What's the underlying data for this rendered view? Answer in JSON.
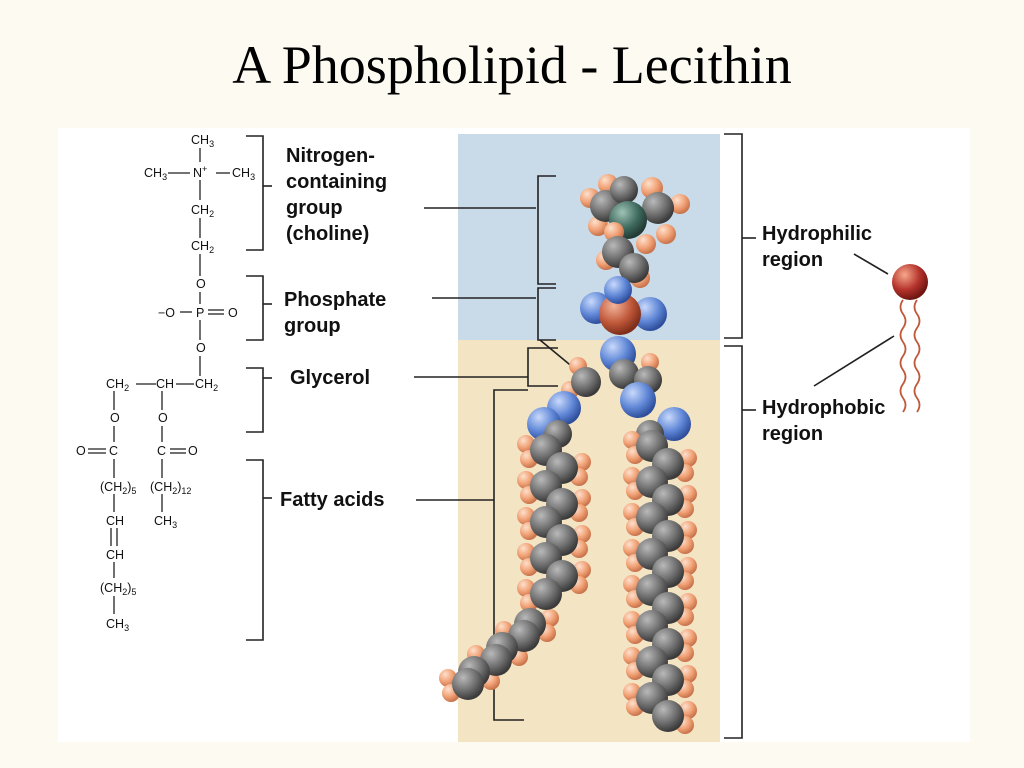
{
  "title": "A Phospholipid - Lecithin",
  "labels": {
    "nitrogen_group": [
      "Nitrogen-",
      "containing",
      "group",
      "(choline)"
    ],
    "phosphate_group": [
      "Phosphate",
      "group"
    ],
    "glycerol": "Glycerol",
    "fatty_acids": "Fatty acids",
    "hydrophilic": [
      "Hydrophilic",
      "region"
    ],
    "hydrophobic": [
      "Hydrophobic",
      "region"
    ]
  },
  "formula": {
    "ch3_top": "CH3",
    "ch3_left": "CH3",
    "n_plus": "N+",
    "ch3_right": "CH3",
    "ch2_a": "CH2",
    "ch2_b": "CH2",
    "o_1": "O",
    "o_minus": "−O",
    "p": "P",
    "o_double": "O",
    "o_2": "O",
    "glycerol_row": [
      "CH2",
      "CH",
      "CH2"
    ],
    "o_3": "O",
    "o_4": "O",
    "carbonyl_o1": "O",
    "carbonyl_c1": "C",
    "carbonyl_c2": "C",
    "carbonyl_o2": "O",
    "chain_1": [
      "(CH2)5",
      "CH",
      "CH",
      "(CH2)5",
      "CH3"
    ],
    "chain_2": [
      "(CH2)12",
      "CH3"
    ]
  },
  "colors": {
    "hydrophilic_bg": "#c9dbe8",
    "hydrophobic_bg": "#f3e4c4",
    "carbon": "#6e6e6e",
    "hydrogen": "#f0a074",
    "oxygen": "#5f86d6",
    "nitrogen": "#3f6a5e",
    "phosphorus": "#c0583a",
    "head_ball": "#b5332c"
  }
}
